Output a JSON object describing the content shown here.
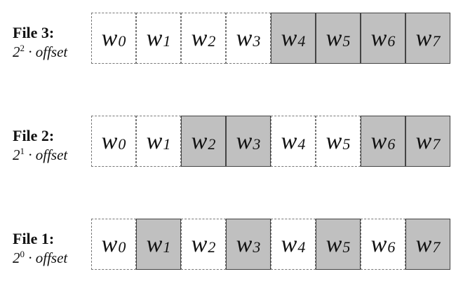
{
  "colors": {
    "filled": "#c0c0c0",
    "empty": "#ffffff",
    "solid_border": "#444444",
    "dashed_border": "#777777"
  },
  "files": [
    {
      "title": "File 3:",
      "sub_base": "2",
      "sub_exp": "2",
      "sub_rest": " · offset",
      "cells": [
        {
          "base": "w",
          "index": "0",
          "filled": false
        },
        {
          "base": "w",
          "index": "1",
          "filled": false
        },
        {
          "base": "w",
          "index": "2",
          "filled": false
        },
        {
          "base": "w",
          "index": "3",
          "filled": false
        },
        {
          "base": "w",
          "index": "4",
          "filled": true
        },
        {
          "base": "w",
          "index": "5",
          "filled": true
        },
        {
          "base": "w",
          "index": "6",
          "filled": true
        },
        {
          "base": "w",
          "index": "7",
          "filled": true
        }
      ]
    },
    {
      "title": "File 2:",
      "sub_base": "2",
      "sub_exp": "1",
      "sub_rest": " · offset",
      "cells": [
        {
          "base": "w",
          "index": "0",
          "filled": false
        },
        {
          "base": "w",
          "index": "1",
          "filled": false
        },
        {
          "base": "w",
          "index": "2",
          "filled": true
        },
        {
          "base": "w",
          "index": "3",
          "filled": true
        },
        {
          "base": "w",
          "index": "4",
          "filled": false
        },
        {
          "base": "w",
          "index": "5",
          "filled": false
        },
        {
          "base": "w",
          "index": "6",
          "filled": true
        },
        {
          "base": "w",
          "index": "7",
          "filled": true
        }
      ]
    },
    {
      "title": "File 1:",
      "sub_base": "2",
      "sub_exp": "0",
      "sub_rest": " · offset",
      "cells": [
        {
          "base": "w",
          "index": "0",
          "filled": false
        },
        {
          "base": "w",
          "index": "1",
          "filled": true
        },
        {
          "base": "w",
          "index": "2",
          "filled": false
        },
        {
          "base": "w",
          "index": "3",
          "filled": true
        },
        {
          "base": "w",
          "index": "4",
          "filled": false
        },
        {
          "base": "w",
          "index": "5",
          "filled": true
        },
        {
          "base": "w",
          "index": "6",
          "filled": false
        },
        {
          "base": "w",
          "index": "7",
          "filled": true
        }
      ]
    }
  ]
}
